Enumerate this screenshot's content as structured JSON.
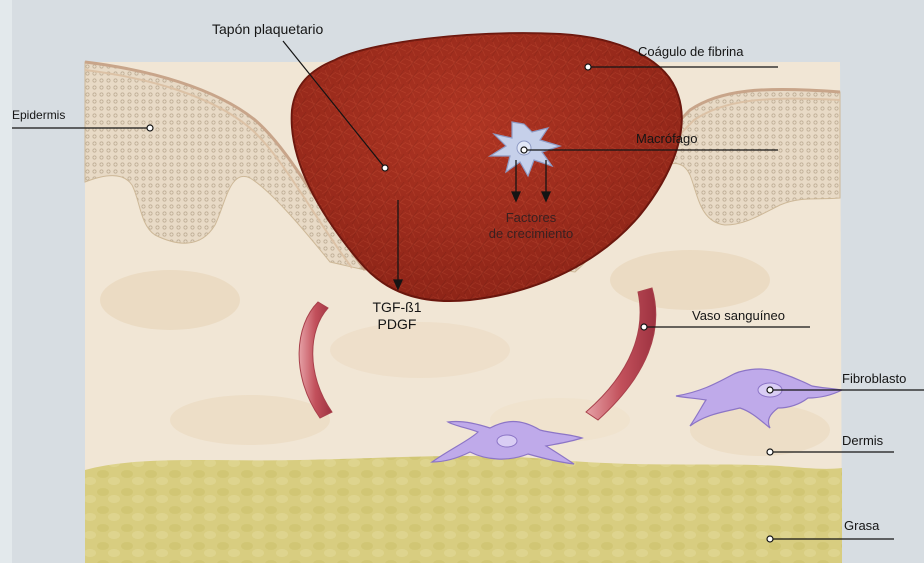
{
  "labels": {
    "tapon": "Tapón plaquetario",
    "coagulo": "Coágulo de fibrina",
    "epidermis": "Epidermis",
    "macrofago": "Macrófago",
    "factores_1": "Factores",
    "factores_2": "de crecimiento",
    "tgf": "TGF-ß1",
    "pdgf": "PDGF",
    "vaso": "Vaso sanguíneo",
    "fibroblasto": "Fibroblasto",
    "dermis": "Dermis",
    "grasa": "Grasa"
  },
  "colors": {
    "background": "#d7dde2",
    "dermis": "#f1e6d5",
    "epidermis": "#e6d7c1",
    "clot": "#a9301f",
    "vessel": "#c85a63",
    "fibroblast": "#b9a6e6",
    "fat": "#d9cf84",
    "macrophage": "#c4cde8"
  }
}
